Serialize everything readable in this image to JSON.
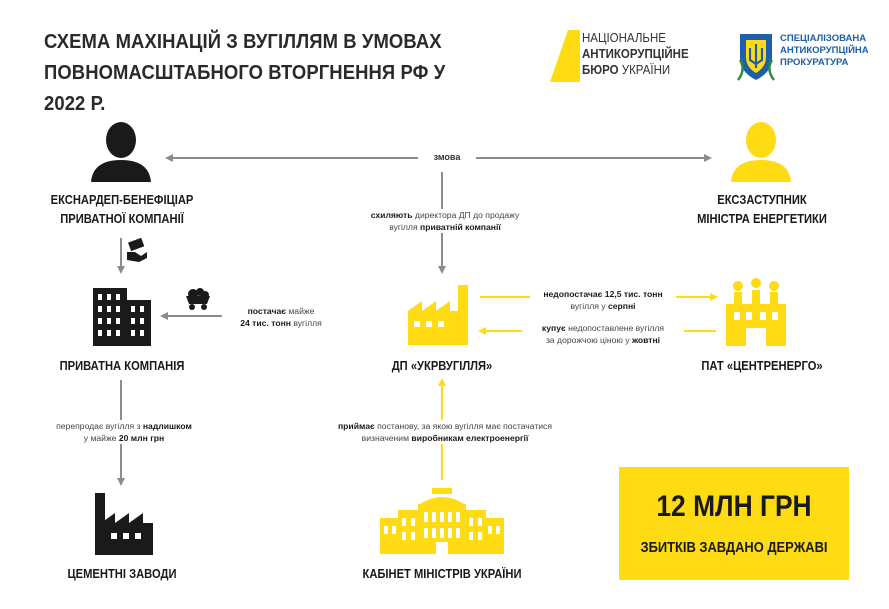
{
  "title": {
    "line1": "СХЕМА МАХІНАЦІЙ З ВУГІЛЛЯМ В УМОВАХ",
    "line2": "ПОВНОМАСШТАБНОГО ВТОРГНЕННЯ РФ У 2022 Р."
  },
  "logos": {
    "nabu": {
      "line1": "НАЦІОНАЛЬНЕ",
      "line2": "АНТИКОРУПЦІЙНЕ",
      "line3a": "БЮРО",
      "line3b": "УКРАЇНИ"
    },
    "sap": {
      "line1": "СПЕЦІАЛІЗОВАНА",
      "line2": "АНТИКОРУПЦІЙНА",
      "line3": "ПРОКУРАТУРА"
    }
  },
  "nodes": {
    "exdeputy": {
      "line1": "ЕКСНАРДЕП-БЕНЕФІЦІАР",
      "line2": "ПРИВАТНОЇ КОМПАНІЇ"
    },
    "exminister": {
      "line1": "ЕКСЗАСТУПНИК",
      "line2": "МІНІСТРА ЕНЕРГЕТИКИ"
    },
    "private_company": "ПРИВАТНА КОМПАНІЯ",
    "ukrvuhillia": "ДП «УКРВУГІЛЛЯ»",
    "centrenergo": "ПАТ «ЦЕНТРЕНЕРГО»",
    "cement": "ЦЕМЕНТНІ ЗАВОДИ",
    "cabinet": "КАБІНЕТ МІНІСТРІВ УКРАЇНИ"
  },
  "edges": {
    "collusion": "змова",
    "persuade": {
      "b1": "схиляють",
      "t1": " директора ДП до продажу",
      "t2": "вугілля ",
      "b2": "приватній компанії"
    },
    "supply": {
      "b1": "постачає",
      "t1": " майже",
      "b2": "24 тис. тонн",
      "t2": " вугілля"
    },
    "undersupply": {
      "b1": "недопостачає 12,5 тис. тонн",
      "t1": "вугілля у ",
      "b2": "серпні"
    },
    "buys": {
      "b1": "купує",
      "t1": " недопоставлене вугілля",
      "t2": "за дорожчою ціною у ",
      "b2": "жовтні"
    },
    "resell": {
      "t1": "перепродає вугілля з ",
      "b1": "надлишком",
      "t2": "у майже ",
      "b2": "20 млн грн"
    },
    "resolution": {
      "b1": "приймає",
      "t1": " постанову, за якою вугілля має постачатися",
      "t2": "визначеним ",
      "b2": "виробникам електроенергії"
    }
  },
  "damage": {
    "amount": "12 МЛН ГРН",
    "caption": "ЗБИТКІВ ЗАВДАНО ДЕРЖАВІ"
  },
  "colors": {
    "accent": "#ffdb13",
    "dark": "#1a1a1a",
    "arrow": "#8c8c8c",
    "sap_blue": "#1d5fa8"
  }
}
